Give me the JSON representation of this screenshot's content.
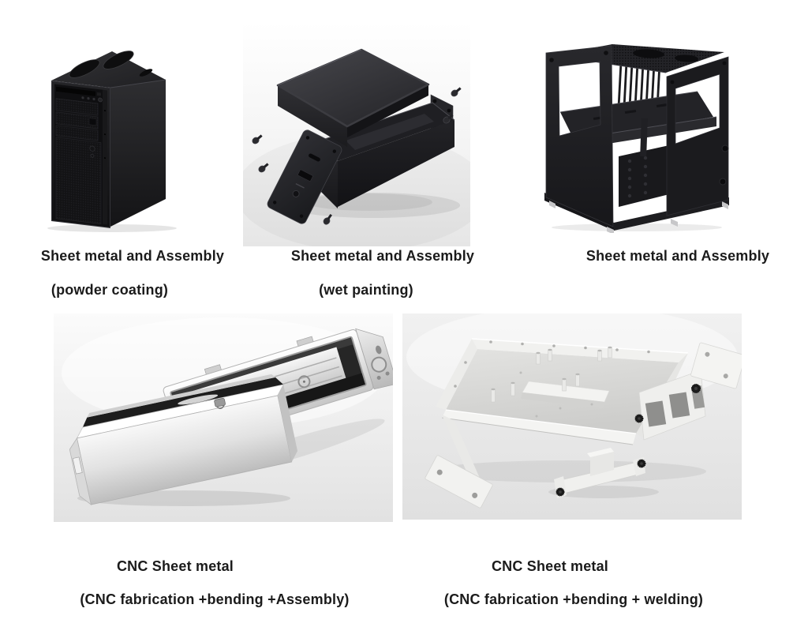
{
  "page": {
    "title": "Sheet metal product examples",
    "background": "#ffffff"
  },
  "colors": {
    "caption_text": "#1b1b1b",
    "black_product": "#232326",
    "stainless_light": "#e8e8e8",
    "white_product": "#f2f2f0",
    "photo_bg_gray": "#e9e9e9"
  },
  "products": [
    {
      "image": "black-tower-pc-case",
      "caption_line1": "Sheet metal and Assembly",
      "caption_line2": "(powder coating)"
    },
    {
      "image": "black-aluminum-enclosure-exploded-view",
      "caption_line1": "Sheet metal and Assembly",
      "caption_line2": "(wet painting)"
    },
    {
      "image": "black-open-frame-test-bench-chassis",
      "caption_line1": "Sheet metal and Assembly",
      "caption_line2": ""
    },
    {
      "image": "polished-stainless-steel-boxes",
      "caption_line1": "CNC Sheet metal",
      "caption_line2": "(CNC fabrication +bending +Assembly)"
    },
    {
      "image": "white-cnc-sheet-metal-chassis-frame",
      "caption_line1": "CNC Sheet metal",
      "caption_line2": "(CNC fabrication +bending + welding)"
    }
  ]
}
